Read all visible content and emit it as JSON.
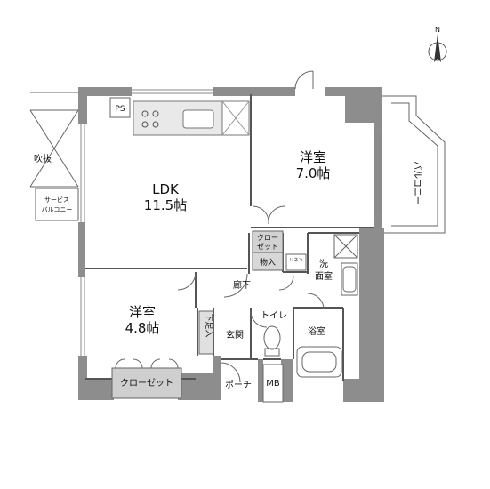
{
  "rooms": {
    "ldk": {
      "name": "LDK",
      "size": "11.5帖"
    },
    "western1": {
      "name": "洋室",
      "size": "7.0帖"
    },
    "western2": {
      "name": "洋室",
      "size": "4.8帖"
    }
  },
  "labels": {
    "ps": "PS",
    "fukinuke": "吹抜",
    "service_balcony_1": "サービス",
    "service_balcony_2": "バルコニー",
    "balcony": "バルコニー",
    "closet_small_1": "クロー",
    "closet_small_2": "ゼット",
    "storage": "物入",
    "linen": "リネン",
    "washroom_1": "洗",
    "washroom_2": "面室",
    "corridor": "廊下",
    "shoe_box": "下足入",
    "entrance": "玄関",
    "toilet": "トイレ",
    "bathroom": "浴室",
    "porch": "ポーチ",
    "mb": "MB",
    "closet_large": "クローゼット",
    "north_mark": "N"
  }
}
